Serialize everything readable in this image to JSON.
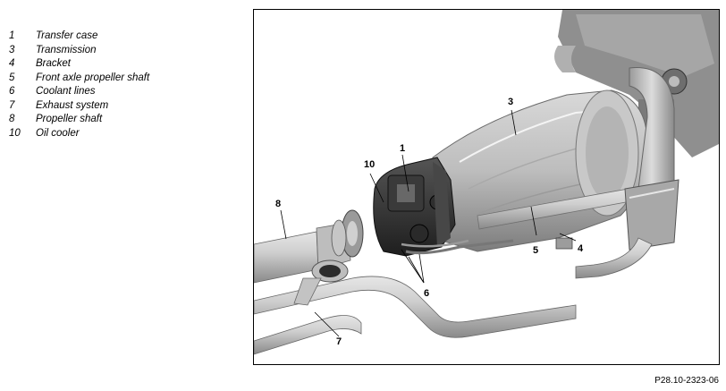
{
  "legend": [
    {
      "num": "1",
      "label": "Transfer case"
    },
    {
      "num": "3",
      "label": "Transmission"
    },
    {
      "num": "4",
      "label": "Bracket"
    },
    {
      "num": "5",
      "label": "Front axle propeller shaft"
    },
    {
      "num": "6",
      "label": "Coolant lines"
    },
    {
      "num": "7",
      "label": "Exhaust system"
    },
    {
      "num": "8",
      "label": "Propeller shaft"
    },
    {
      "num": "10",
      "label": "Oil cooler"
    }
  ],
  "callouts": {
    "c1": "1",
    "c3": "3",
    "c4": "4",
    "c5": "5",
    "c6": "6",
    "c7": "7",
    "c8": "8",
    "c10": "10"
  },
  "figure_id": "P28.10-2323-06"
}
